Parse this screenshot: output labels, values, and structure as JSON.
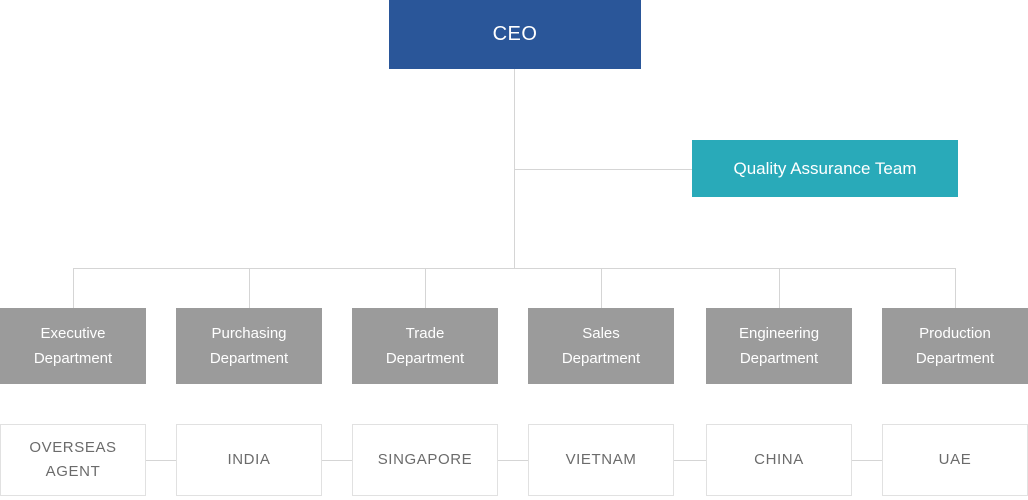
{
  "org_chart": {
    "ceo": {
      "label": "CEO"
    },
    "qa_team": {
      "label": "Quality Assurance Team"
    },
    "departments": [
      {
        "label": "Executive Department"
      },
      {
        "label": "Purchasing Department"
      },
      {
        "label": "Trade Department"
      },
      {
        "label": "Sales Department"
      },
      {
        "label": "Engineering Department"
      },
      {
        "label": "Production Department"
      }
    ],
    "regions": [
      {
        "label": "OVERSEAS AGENT"
      },
      {
        "label": "INDIA"
      },
      {
        "label": "SINGAPORE"
      },
      {
        "label": "VIETNAM"
      },
      {
        "label": "CHINA"
      },
      {
        "label": "UAE"
      }
    ],
    "colors": {
      "ceo_bg": "#2a5699",
      "qa_bg": "#29aab9",
      "department_bg": "#9b9b9b",
      "connector": "#d5d5d5",
      "region_border": "#e1e1e1",
      "region_text": "#6b6b6b"
    }
  }
}
